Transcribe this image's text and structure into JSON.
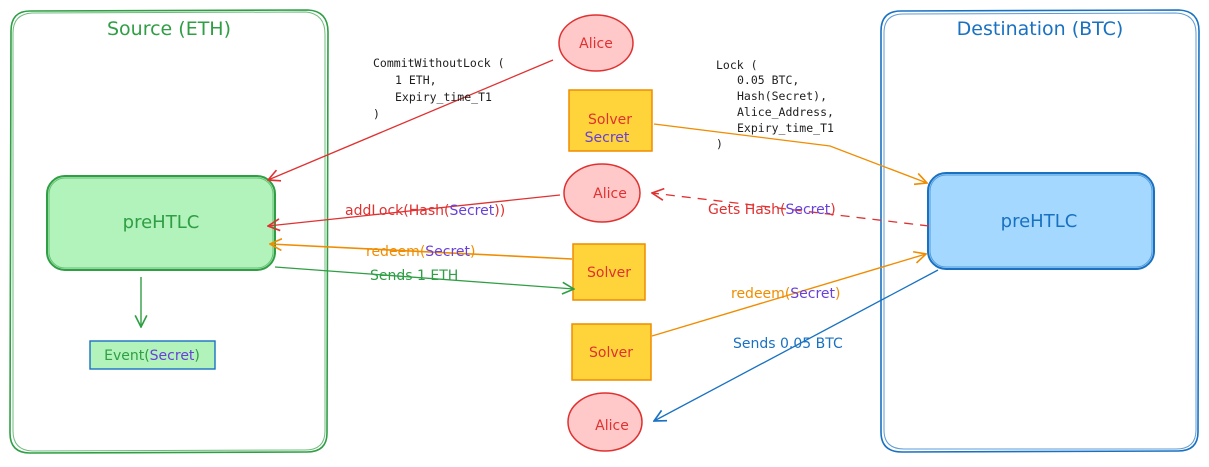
{
  "source": {
    "title": "Source (ETH)",
    "contract_label": "preHTLC",
    "event_prefix": "Event(",
    "event_secret": "Secret",
    "event_suffix": ")"
  },
  "destination": {
    "title": "Destination (BTC)",
    "contract_label": "preHTLC"
  },
  "actors": {
    "alice_top": "Alice",
    "solver_secret_line1": "Solver",
    "solver_secret_line2": "Secret",
    "alice_mid": "Alice",
    "solver_mid": "Solver",
    "solver_low": "Solver",
    "alice_bottom": "Alice"
  },
  "messages": {
    "commit": [
      "CommitWithoutLock (",
      "1 ETH,",
      "Expiry_time_T1",
      ")"
    ],
    "lock": [
      "Lock (",
      "0.05 BTC,",
      "Hash(Secret),",
      "Alice_Address,",
      "Expiry_time_T1",
      ")"
    ],
    "addlock_prefix": "addLock(Hash(",
    "addlock_secret": "Secret",
    "addlock_suffix": "))",
    "gets_hash_prefix": "Gets Hash(",
    "gets_hash_secret": "Secret",
    "gets_hash_suffix": ")",
    "redeem_src_prefix": "redeem(",
    "redeem_src_secret": "Secret",
    "redeem_src_suffix": ")",
    "sends_eth": "Sends 1 ETH",
    "redeem_dst_prefix": "redeem(",
    "redeem_dst_secret": "Secret",
    "redeem_dst_suffix": ")",
    "sends_btc": "Sends 0.05 BTC"
  },
  "colors": {
    "source_green": "#2f9e44",
    "source_fill": "#b2f2bb",
    "dest_blue": "#1971c2",
    "dest_fill": "#a5d8ff",
    "alice_red": "#e03131",
    "alice_fill": "#ffc9c9",
    "solver_orange": "#f08c00",
    "solver_fill": "#ffd43b",
    "secret_purple": "#6741d9"
  }
}
